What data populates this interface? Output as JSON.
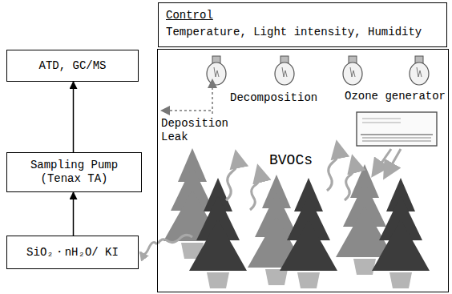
{
  "diagram": {
    "nodes": [
      {
        "text": [
          "Control",
          "Temperature, Light intensity, Humidity"
        ]
      },
      {
        "text": [
          "Decomposition",
          "Deposition Leak",
          "BVOCs",
          "Ozone generator"
        ]
      },
      {
        "text": [
          "ATD, GC/MS"
        ]
      },
      {
        "text": [
          "Sampling Pump (Tenax TA)"
        ]
      },
      {
        "text": [
          "SiO₂・nH₂O/ KI"
        ]
      }
    ],
    "edges": [
      {
        "from": 4,
        "to": 3,
        "arrow": "to"
      },
      {
        "from": 3,
        "to": 2,
        "arrow": "to"
      },
      {
        "from": 1,
        "to": 4,
        "arrow": "to"
      }
    ]
  }
}
